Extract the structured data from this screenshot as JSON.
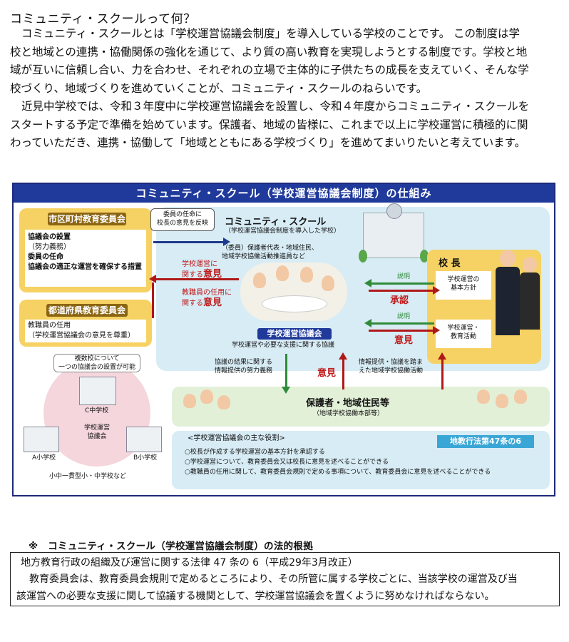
{
  "intro": {
    "title": "コミュニティ・スクールって何？",
    "p1_lines": [
      "コミュニティ・スクールとは「学校運営協議会制度」を導入している学校のことです。 この制度は学",
      "校と地域との連携・協働関係の強化を通じて、より質の高い教育を実現しようとする制度です。学校と地",
      "域が互いに信頼し合い、力を合わせ、それぞれの立場で主体的に子供たちの成長を支えていく、そんな学",
      "校づくり、地域づくりを進めていくことが、コミュニティ・スクールのねらいです。"
    ],
    "p2_lines": [
      "近見中学校では、令和３年度中に学校運営協議会を設置し、令和４年度からコミュニティ・スクールを",
      "スタートする予定で準備を始めています。保護者、地域の皆様に、これまで以上に学校運営に積極的に関",
      "わっていただき、連携・協働して「地域とともにある学校づくり」を進めてまいりたいと考えています。"
    ]
  },
  "diagram": {
    "header": "コミュニティ・スクール（学校運営協議会制度）の仕組み",
    "city_board": {
      "label": "市区町村教育委員会",
      "items": [
        "協議会の設置",
        "（努力義務）",
        "委員の任命",
        "協議会の適正な運営を確保する措置"
      ]
    },
    "pref_board": {
      "label": "都道府県教育委員会",
      "items": [
        "教職員の任用",
        "（学校運営協議会の意見を尊重）"
      ]
    },
    "appoint_note": [
      "委員の任命に",
      "校長の意見を反映"
    ],
    "cs": {
      "title": "コミュニティ・スクール",
      "subtitle": "（学校運営協議会制度を導入した学校）",
      "members": [
        "（委員）保護者代表・地域住民、",
        "地域学校協働活動推進員など"
      ]
    },
    "opinion_school_pre": [
      "学校運営に",
      "関する"
    ],
    "opinion_school_word": "意見",
    "opinion_staff_pre": [
      "教職員の任用に",
      "関する"
    ],
    "opinion_staff_word": "意見",
    "council": {
      "label": "学校運営協議会",
      "sub": "学校運営や必要な支援に関する協議"
    },
    "principal": {
      "label": "校 長",
      "box1": [
        "学校運営の",
        "基本方針"
      ],
      "box2": [
        "学校運営・",
        "教育活動"
      ]
    },
    "explain1": "説明",
    "approve": "承認",
    "explain2": "説明",
    "opinion_right": "意見",
    "info_down": [
      "協議の結果に関する",
      "情報提供の努力義務"
    ],
    "opinion_mid": "意見",
    "info_up": [
      "情報提供・協議を踏ま",
      "えた地域学校協働活動"
    ],
    "guardians": {
      "label": "保護者・地域住民等",
      "sub": "（地域学校協働本部等）"
    },
    "multi_school": {
      "note": [
        "複数校について",
        "一つの協議会の設置が可能"
      ],
      "c_school": "C中学校",
      "center": [
        "学校運営",
        "協議会"
      ],
      "a_school": "A小学校",
      "b_school": "B小学校",
      "caption": "小中一貫型小・中学校など"
    },
    "roles": {
      "title": "<学校運営協議会の主な役割>",
      "items": [
        "○校長が作成する学校運営の基本方針を承認する",
        "○学校運営について、教育委員会又は校長に意見を述べることができる",
        "○教職員の任用に関して、教育委員会規則で定める事項について、教育委員会に意見を述べることができる"
      ]
    },
    "law_tag": "地教行法第47条の6",
    "colors": {
      "header": "#203a9b",
      "yellow": "#f6d264",
      "brown_label": "#8b6512",
      "light_blue": "#d7ecf5",
      "light_green": "#e3f0d8",
      "arrow_blue": "#1d3a8c",
      "arrow_red": "#b01818",
      "arrow_green": "#2f8a3a",
      "tag_blue": "#3aa6d6"
    }
  },
  "legal": {
    "heading": "※　コミュニティ・スクール（学校運営協議会制度）の法的根拠",
    "line1": "地方教育行政の組織及び運営に関する法律 47 条の 6（平成29年3月改正）",
    "line2": "教育委員会は、教育委員会規則で定めるところにより、その所管に属する学校ごとに、当該学校の運営及び当",
    "line3": "該運営への必要な支援に関して協議する機関として、学校運営協議会を置くように努めなければならない。"
  }
}
